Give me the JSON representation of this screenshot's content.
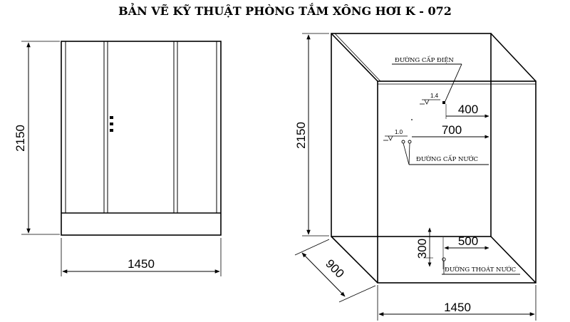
{
  "title": "BẢN VẼ KỸ THUẬT PHÒNG TẮM  XÔNG HƠI K - 072",
  "front_view": {
    "height_label": "2150",
    "width_label": "1450"
  },
  "perspective_view": {
    "height_label": "2150",
    "depth_label": "900",
    "width_label": "1450",
    "power_line_label": "ĐƯỜNG CẤP ĐIỆN",
    "power_height": "1.4",
    "power_offset": "400",
    "water_supply_label": "ĐƯỜNG CẤP NƯỚC",
    "water_height": "1.0",
    "water_offset": "700",
    "drain_label": "ĐƯỜNG THOÁT NƯỚC",
    "drain_height": "300",
    "drain_offset": "500"
  }
}
